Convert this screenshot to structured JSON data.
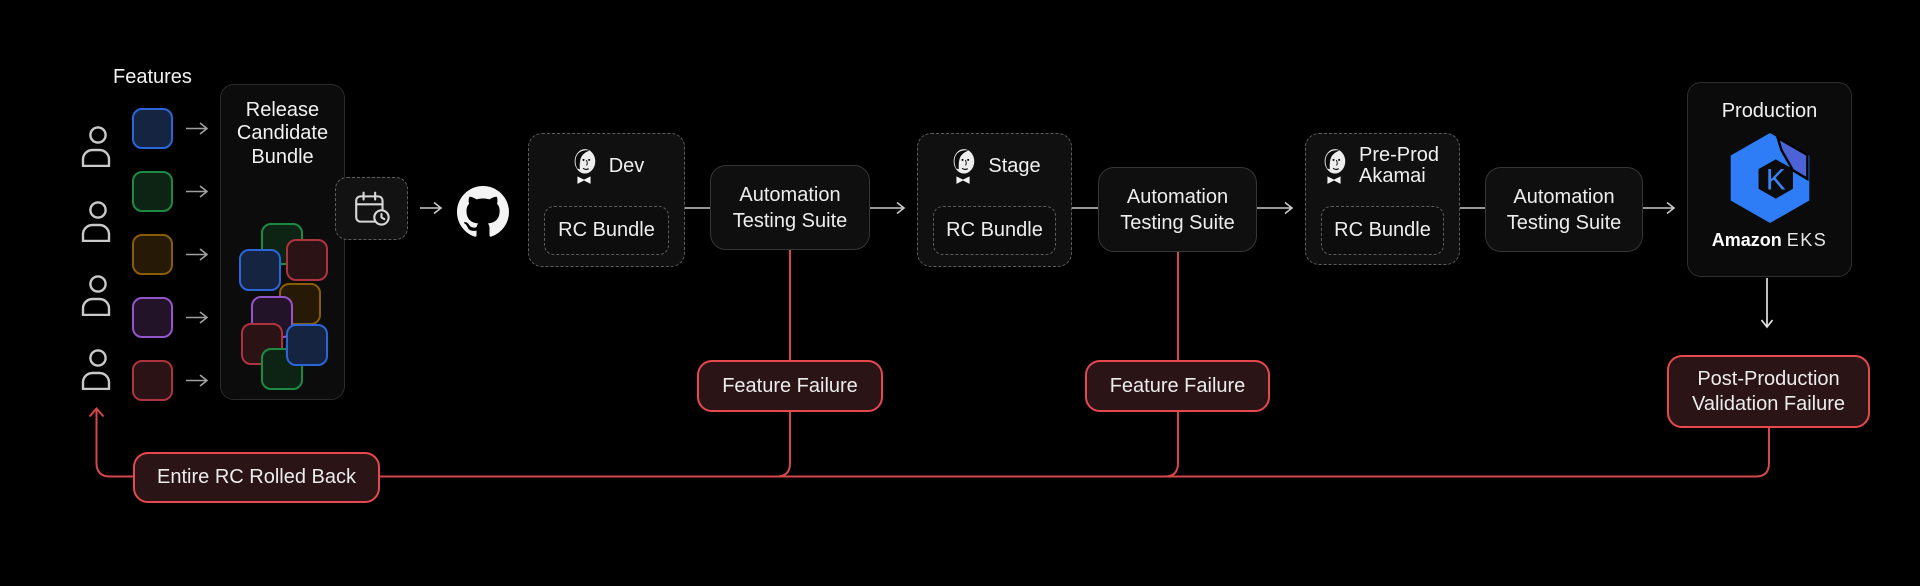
{
  "canvas": {
    "background": "#000000",
    "accent_red": "#e5484d",
    "line_red": "#d4474c"
  },
  "features": {
    "label": "Features",
    "person_icon": "person-icon",
    "items": [
      {
        "name": "feature-blue",
        "border": "#2b66d9",
        "fill": "#152440"
      },
      {
        "name": "feature-green",
        "border": "#1d8a43",
        "fill": "#0d2414"
      },
      {
        "name": "feature-amber",
        "border": "#8a5c07",
        "fill": "#261a06"
      },
      {
        "name": "feature-purple",
        "border": "#9455c8",
        "fill": "#221328"
      },
      {
        "name": "feature-red",
        "border": "#ad343c",
        "fill": "#2a1215"
      }
    ]
  },
  "rc_bundle": {
    "title": "Release Candidate Bundle",
    "cluster": [
      {
        "border": "#1d8a43",
        "fill": "#0d2414"
      },
      {
        "border": "#ad343c",
        "fill": "#2a1215"
      },
      {
        "border": "#2b66d9",
        "fill": "#152440"
      },
      {
        "border": "#8a5c07",
        "fill": "#261a06"
      },
      {
        "border": "#9455c8",
        "fill": "#221328"
      },
      {
        "border": "#ad343c",
        "fill": "#2a1215"
      },
      {
        "border": "#1d8a43",
        "fill": "#0d2414"
      },
      {
        "border": "#2b66d9",
        "fill": "#152440"
      }
    ]
  },
  "schedule": {
    "icon": "calendar-clock-icon"
  },
  "source": {
    "icon": "github-icon"
  },
  "pipeline": {
    "testing_label": "Automation Testing Suite",
    "environments": [
      {
        "name": "Dev",
        "bundle": "RC Bundle",
        "icon": "jenkins-icon"
      },
      {
        "name": "Stage",
        "bundle": "RC Bundle",
        "icon": "jenkins-icon"
      },
      {
        "name": "Pre-Prod Akamai",
        "bundle": "RC Bundle",
        "icon": "jenkins-icon"
      }
    ]
  },
  "production": {
    "title": "Production",
    "platform": {
      "icon": "eks-hexagon-icon",
      "letter": "K",
      "brand_bold": "Amazon",
      "brand_light": "EKS"
    }
  },
  "failures": {
    "feature_failure_dev": "Feature Failure",
    "feature_failure_stage": "Feature Failure",
    "post_production": "Post-Production Validation Failure",
    "rollback": "Entire RC Rolled Back"
  }
}
